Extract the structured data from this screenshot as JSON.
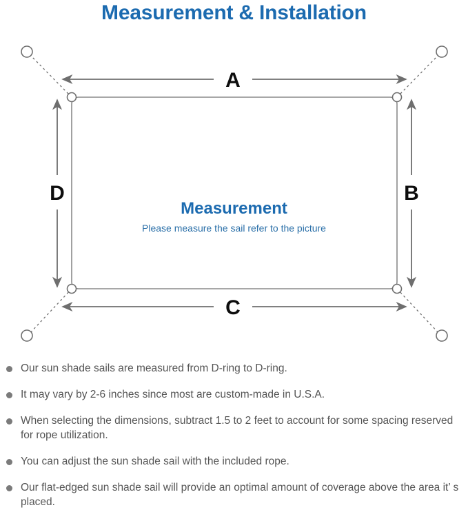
{
  "page": {
    "title": "Measurement & Installation",
    "title_color": "#1c6bb0",
    "background_color": "#ffffff"
  },
  "diagram": {
    "name": "shade-sail-measurement-diagram",
    "center_title": "Measurement",
    "center_subtitle": "Please measure the sail refer to the picture",
    "center_title_color": "#1c6bb0",
    "center_subtitle_color": "#2a6fa8",
    "line_color": "#6e6e6e",
    "sail_edge_color": "#8a8a8a",
    "dimension_labels": {
      "top": "A",
      "right": "B",
      "bottom": "C",
      "left": "D"
    },
    "corner_ring_count": 4,
    "anchor_point_count": 4
  },
  "notes": [
    "Our sun shade sails are measured from D-ring to D-ring.",
    "It may vary by 2-6 inches since most are custom-made in U.S.A.",
    "When selecting the dimensions, subtract 1.5 to 2 feet to account for some spacing reserved for rope utilization.",
    "You can adjust the sun shade sail with the included rope.",
    "Our flat-edged sun shade sail will provide an optimal amount of coverage above the area it’ s placed."
  ]
}
